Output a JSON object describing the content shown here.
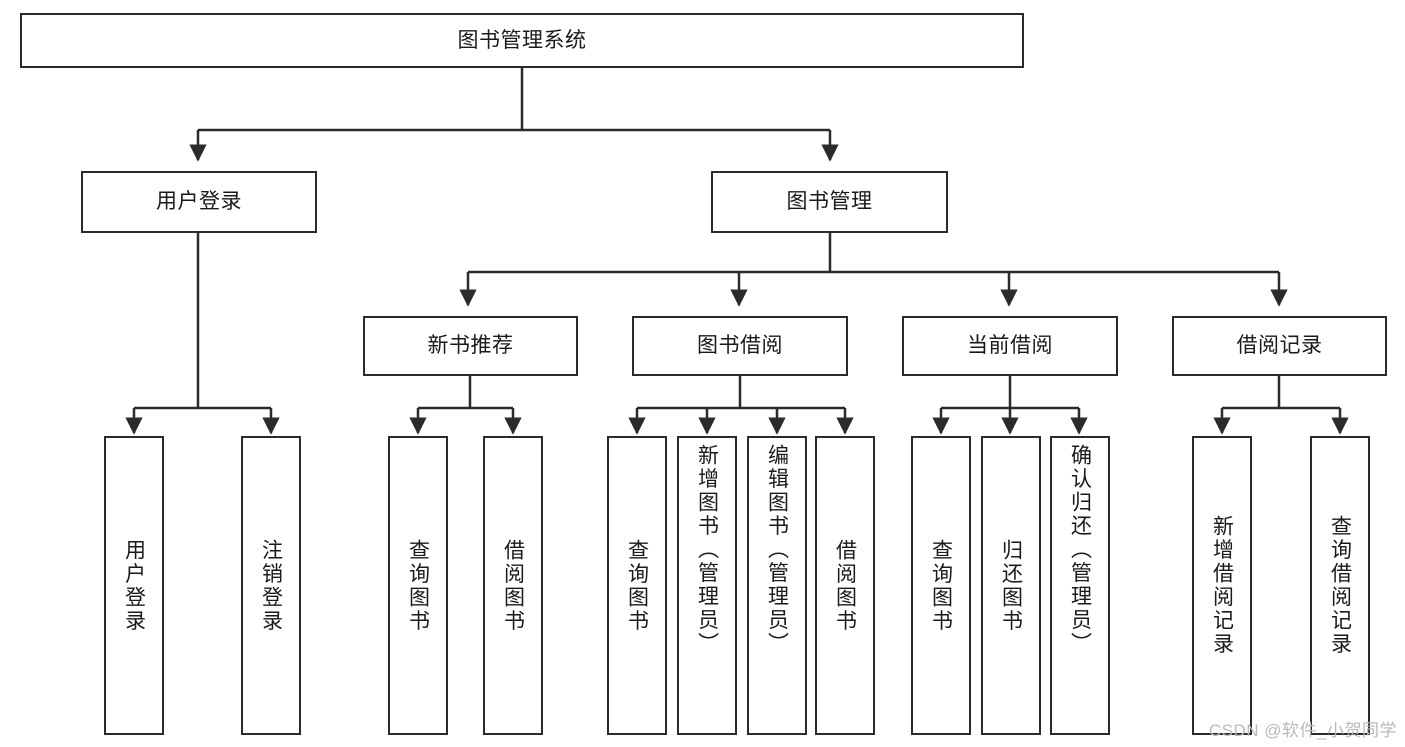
{
  "diagram": {
    "type": "tree",
    "title": "图书管理系统",
    "watermark": "CSDN @软件_小贺同学",
    "colors": {
      "box_border": "#2b2b2b",
      "box_fill": "#ffffff",
      "connector": "#2b2b2b",
      "text": "#1a1a1a",
      "watermark": "#b9b9b9"
    },
    "root": {
      "label": "图书管理系统"
    },
    "level2": [
      {
        "label": "用户登录"
      },
      {
        "label": "图书管理"
      }
    ],
    "level3": [
      {
        "label": "新书推荐"
      },
      {
        "label": "图书借阅"
      },
      {
        "label": "当前借阅"
      },
      {
        "label": "借阅记录"
      }
    ],
    "leaves": {
      "user_login": [
        {
          "label": "用户登录"
        },
        {
          "label": "注销登录"
        }
      ],
      "new_book_recommend": [
        {
          "label": "查询图书"
        },
        {
          "label": "借阅图书"
        }
      ],
      "book_borrow": [
        {
          "label": "查询图书"
        },
        {
          "label": "新增图书（管理员）"
        },
        {
          "label": "编辑图书（管理员）"
        },
        {
          "label": "借阅图书"
        }
      ],
      "current_borrow": [
        {
          "label": "查询图书"
        },
        {
          "label": "归还图书"
        },
        {
          "label": "确认归还（管理员）"
        }
      ],
      "borrow_record": [
        {
          "label": "新增借阅记录"
        },
        {
          "label": "查询借阅记录"
        }
      ]
    }
  }
}
